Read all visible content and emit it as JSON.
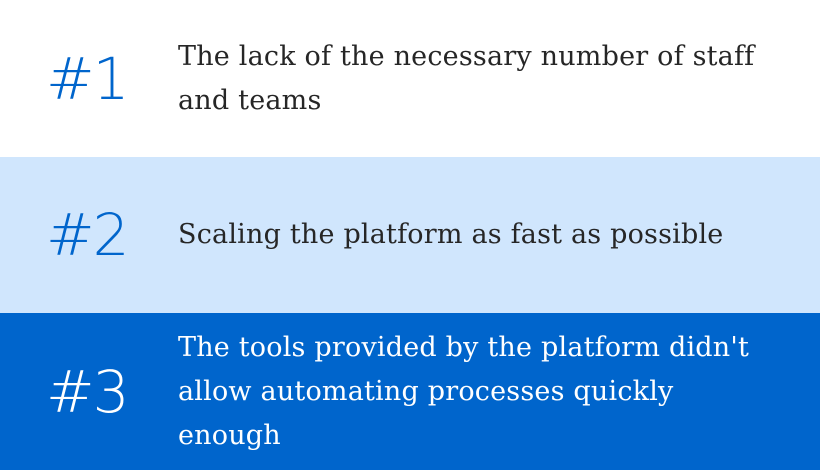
{
  "items": [
    {
      "rank": "#1",
      "text": "The lack of the necessary number of staff and teams"
    },
    {
      "rank": "#2",
      "text": "Scaling the platform as fast as possible"
    },
    {
      "rank": "#3",
      "text": "The tools provided by the platform didn't allow automating processes quickly enough"
    }
  ],
  "colors": {
    "accent": "#0065cc",
    "light_background": "#d0e6fd",
    "text_dark": "#262626",
    "text_light": "#ffffff"
  }
}
